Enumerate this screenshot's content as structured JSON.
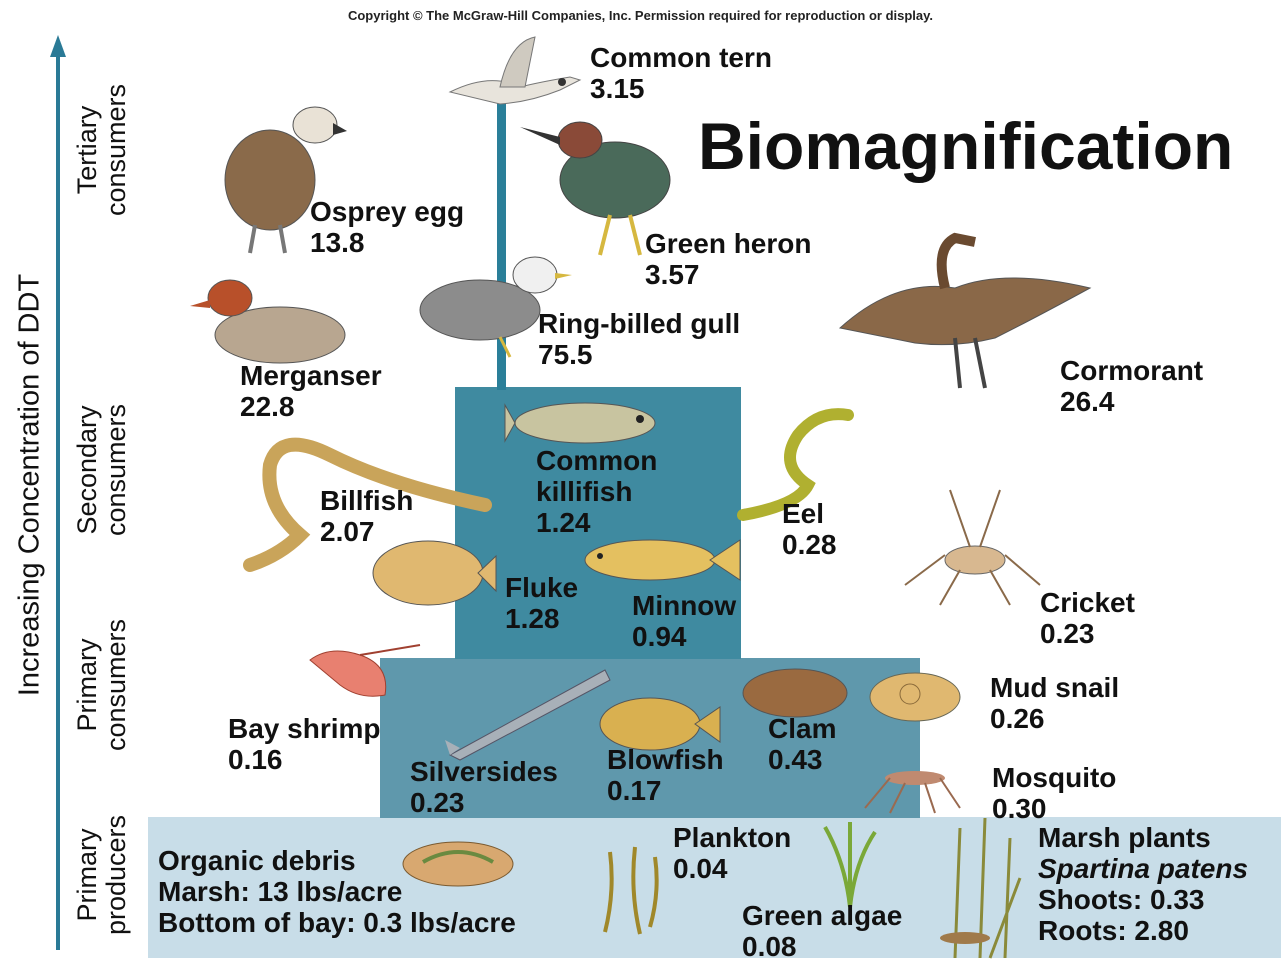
{
  "copyright": "Copyright © The McGraw-Hill Companies, Inc. Permission required for reproduction or display.",
  "title": "Biomagnification",
  "axis_label": "Increasing Concentration of DDT",
  "levels": {
    "tertiary": "Tertiary consumers",
    "secondary": "Secondary consumers",
    "primary": "Primary consumers",
    "producers": "Primary producers"
  },
  "organisms": {
    "common_tern": {
      "name": "Common tern",
      "value": "3.15"
    },
    "osprey_egg": {
      "name": "Osprey egg",
      "value": "13.8"
    },
    "green_heron": {
      "name": "Green heron",
      "value": "3.57"
    },
    "ring_billed_gull": {
      "name": "Ring-billed gull",
      "value": "75.5"
    },
    "merganser": {
      "name": "Merganser",
      "value": "22.8"
    },
    "cormorant": {
      "name": "Cormorant",
      "value": "26.4"
    },
    "common_killifish": {
      "name1": "Common",
      "name2": "killifish",
      "value": "1.24"
    },
    "billfish": {
      "name": "Billfish",
      "value": "2.07"
    },
    "eel": {
      "name": "Eel",
      "value": "0.28"
    },
    "fluke": {
      "name": "Fluke",
      "value": "1.28"
    },
    "minnow": {
      "name": "Minnow",
      "value": "0.94"
    },
    "cricket": {
      "name": "Cricket",
      "value": "0.23"
    },
    "mud_snail": {
      "name": "Mud snail",
      "value": "0.26"
    },
    "bay_shrimp": {
      "name": "Bay shrimp",
      "value": "0.16"
    },
    "clam": {
      "name": "Clam",
      "value": "0.43"
    },
    "silversides": {
      "name": "Silversides",
      "value": "0.23"
    },
    "blowfish": {
      "name": "Blowfish",
      "value": "0.17"
    },
    "mosquito": {
      "name": "Mosquito",
      "value": "0.30"
    },
    "organic_debris": {
      "name": "Organic debris",
      "line2": "Marsh: 13 lbs/acre",
      "line3": "Bottom of bay: 0.3 lbs/acre"
    },
    "plankton": {
      "name": "Plankton",
      "value": "0.04"
    },
    "green_algae": {
      "name": "Green algae",
      "value": "0.08"
    },
    "marsh_plants": {
      "name": "Marsh plants",
      "species": "Spartina patens",
      "shoots": "Shoots: 0.33",
      "roots": "Roots: 2.80"
    }
  }
}
